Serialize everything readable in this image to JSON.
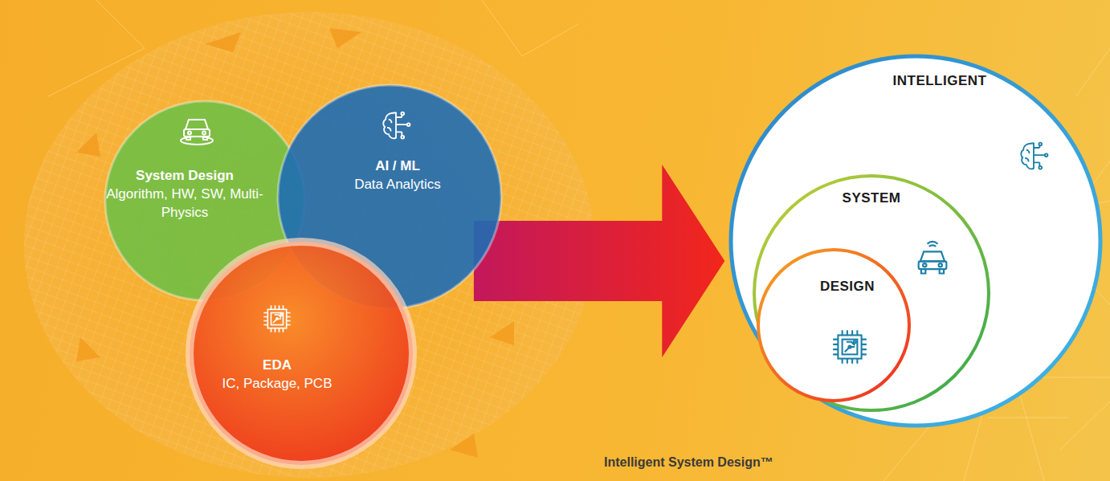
{
  "diagram": {
    "nodes": [
      {
        "text": [
          "System Design",
          "Algorithm, HW, SW, Multi-Physics"
        ]
      },
      {
        "text": [
          "AI / ML",
          "Data Analytics"
        ]
      },
      {
        "text": [
          "EDA",
          "IC, Package, PCB"
        ]
      },
      {
        "text": [
          "INTELLIGENT"
        ]
      },
      {
        "text": [
          "SYSTEM"
        ],
        "in": 3
      },
      {
        "text": [
          "DESIGN"
        ],
        "in": 4
      }
    ],
    "edges": [
      {
        "from": 1,
        "to": 3,
        "arrow": "to"
      }
    ],
    "labels": [
      "Intelligent System Design™"
    ]
  }
}
